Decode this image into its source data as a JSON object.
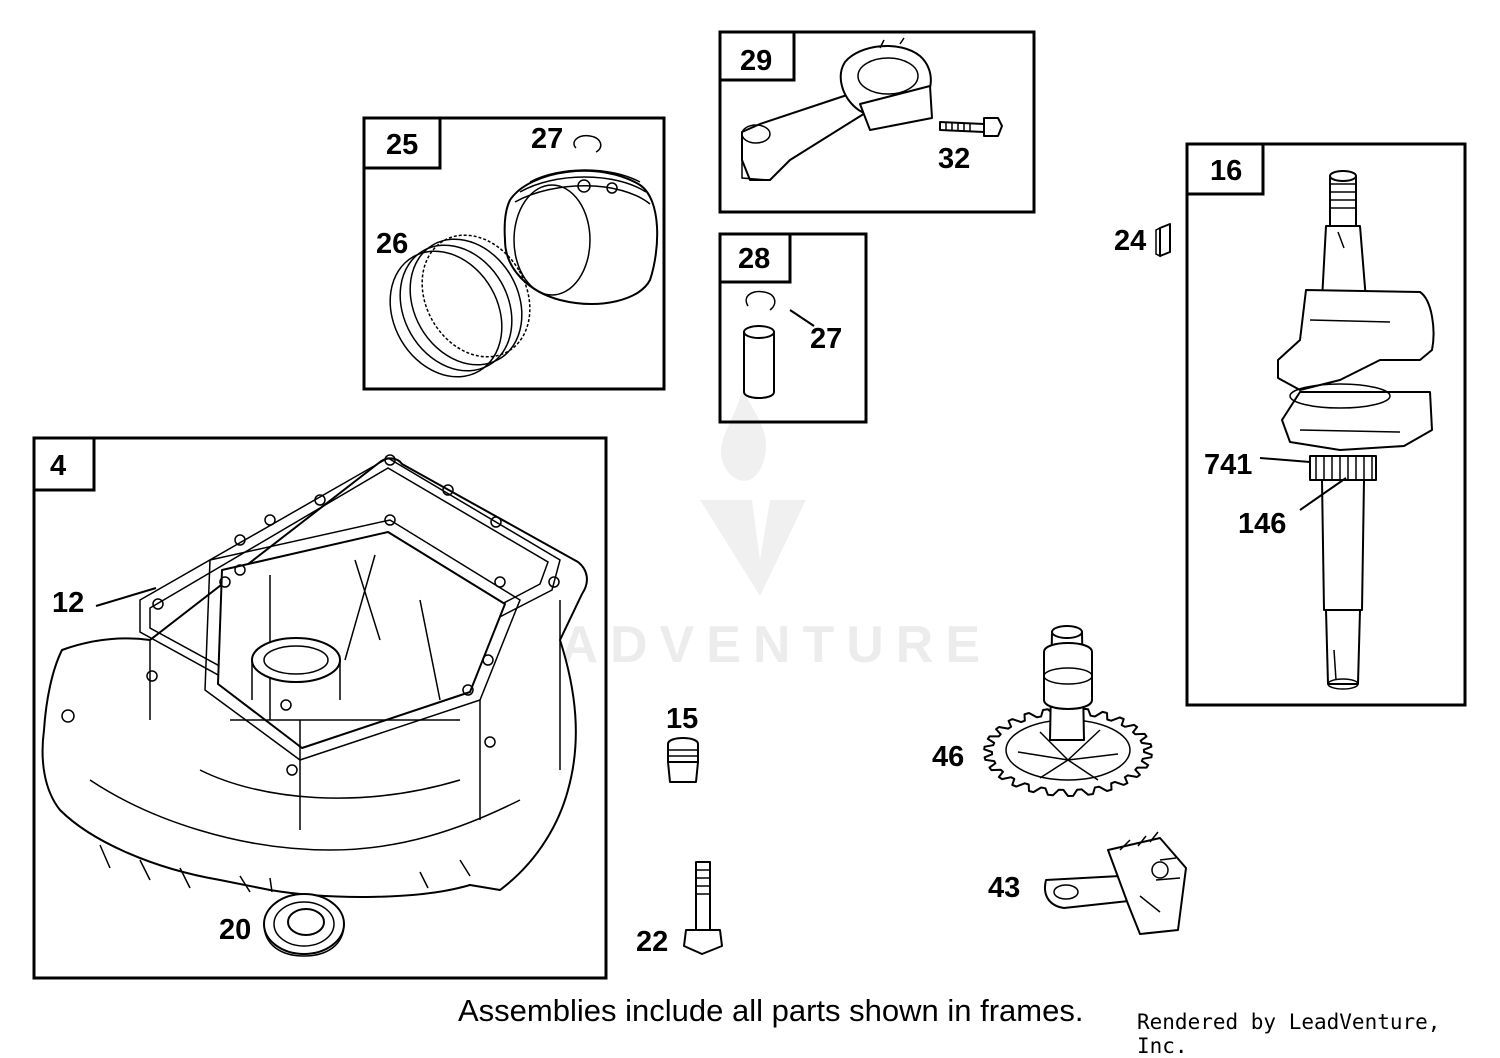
{
  "frames": [
    {
      "id": "4",
      "label": "4"
    },
    {
      "id": "25",
      "label": "25"
    },
    {
      "id": "29",
      "label": "29"
    },
    {
      "id": "28",
      "label": "28"
    },
    {
      "id": "16",
      "label": "16"
    }
  ],
  "callouts": {
    "p12": "12",
    "p20": "20",
    "p26": "26",
    "p27a": "27",
    "p27b": "27",
    "p32": "32",
    "p24": "24",
    "p741": "741",
    "p146": "146",
    "p15": "15",
    "p22": "22",
    "p46": "46",
    "p43": "43"
  },
  "watermark": {
    "text": "LEADVENTURE"
  },
  "footer": {
    "note": "Assemblies include all parts shown in frames.",
    "rendered_by": "Rendered by LeadVenture, Inc."
  }
}
